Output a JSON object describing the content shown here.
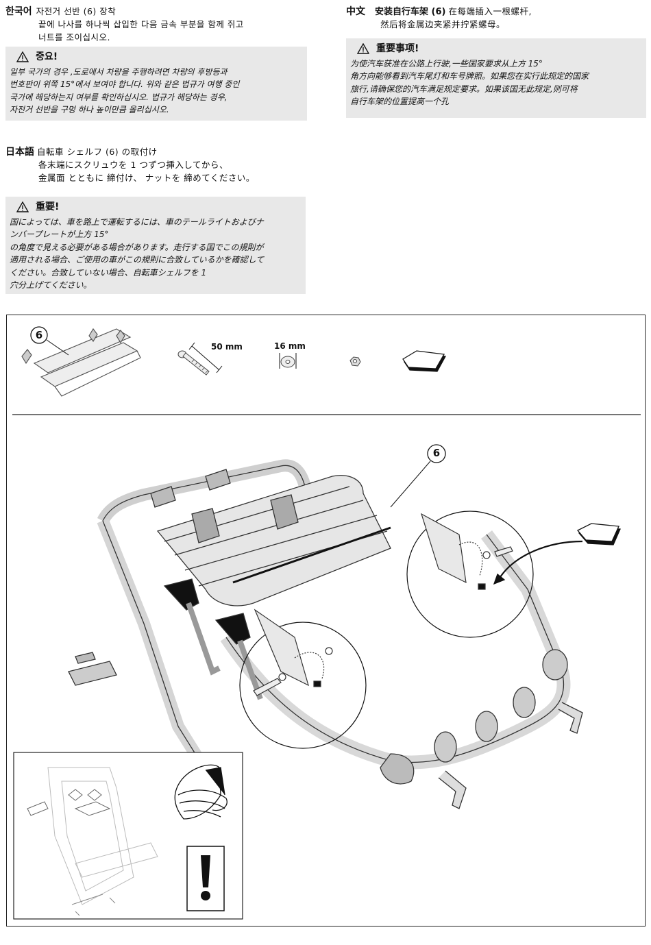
{
  "korean": {
    "lang": "한국어",
    "title": "자전거 선반 (6) 장착",
    "line1": "끝에 나사를 하나씩 삽입한 다음 금속 부분을 함께 쥐고",
    "line2": "너트를 조이십시오.",
    "warning_title": "중요!",
    "warning_lines": [
      "일부 국가의 경우 ,도로에서 차량을 주행하려면 차량의 후방등과",
      "번호판이 위쪽 15°에서 보여야 합니다. 위와 같은 법규가 여행 중인",
      "국가에 해당하는지 여부를 확인하십시오. 법규가 해당하는 경우,",
      "자전거 선반을 구멍 하나 높이만큼 올리십시오."
    ]
  },
  "chinese": {
    "lang": "中文",
    "title": "安装自行车架 (6)",
    "title_rest": "在每端插入一根螺杆,",
    "line2": "然后将金属边夹紧并拧紧螺母。",
    "warning_title": "重要事项!",
    "warning_lines": [
      "为使汽车获准在公路上行驶,一些国家要求从上方 15°",
      "角方向能够看到汽车尾灯和车号牌照。如果您在实行此规定的国家",
      "旅行,请确保您的汽车满足规定要求。如果该国无此规定,则可将",
      "自行车架的位置提高一个孔"
    ]
  },
  "japanese": {
    "lang": "日本語",
    "title": "自転車 シェルフ (6) の取付け",
    "line1": "各末端にスクリュウを 1 つずつ挿入してから、",
    "line2": "金属面 とともに 締付け、 ナットを 締めてください。",
    "warning_title": "重要!",
    "warning_lines": [
      "国によっては、車を路上で運転するには、車のテールライトおよびナ",
      "ンバープレートが上方 15°",
      "の角度で見える必要がある場合があります。走行する国でこの規則が",
      "適用される場合、ご使用の車がこの規則に合致しているかを確認して",
      "ください。合致していない場合、自転車シェルフを 1",
      "穴分上げてください。"
    ]
  },
  "parts": {
    "shelf_number": "6",
    "screw_length": "50 mm",
    "washer_size": "16 mm"
  },
  "main_callout": "6",
  "colors": {
    "warning_bg": "#e8e8e8",
    "line": "#222222",
    "metal": "#d8d8d8",
    "dark": "#111111"
  }
}
